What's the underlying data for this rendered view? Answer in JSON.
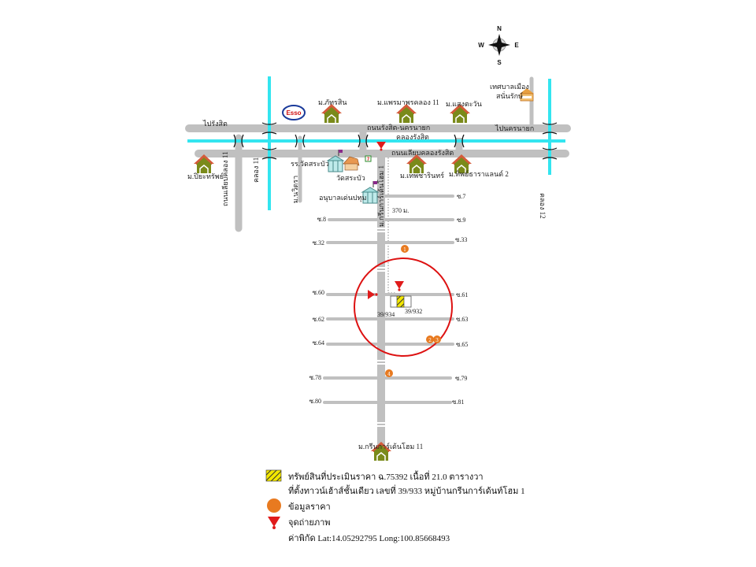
{
  "compass": {
    "n": "N",
    "s": "S",
    "e": "E",
    "w": "W"
  },
  "roads": {
    "main_upper_left": "ไปรังสิต",
    "main_upper_center": "ถนนรังสิต-นครนายก",
    "main_upper_right": "ไปนครนายก",
    "canal_center": "คลองรังสิต",
    "main_lower": "ถนนเลียบคลองรังสิต",
    "side_left": "ถนนเลียบคลอง 11",
    "canal_11": "คลอง 11",
    "canal_12": "คลอง 12",
    "soi_navitra": "ม.นวิตรา",
    "main_vertical": "ม.กรีนการ์เด้นโฮม 1"
  },
  "landmarks": {
    "esso": "Esso",
    "village_patrasin": "ม.ภัทรสิน",
    "village_praemaporn": "ม.แพรมาพรคลอง 11",
    "village_saengtawan": "ม.แสงตะวัน",
    "municipality": [
      "เทศบาลเมือง",
      "สนั่นรักษ์"
    ],
    "village_piyasap": "ม.ปิยะทรัพย์",
    "school_watsrabua": "รร.วัดสระบัว",
    "temple_watsrabua": "วัดสระบัว",
    "seven_eleven": "7",
    "kindergarten": "อนุบาลเด่นปทุม",
    "village_thepcharin": "ม.เทพชารินทร์",
    "village_thipcharaland": "ม.ทิพย์ธาราแลนด์ 2",
    "village_greengarden11": "ม.กรีนการ์เด้นโฮม 11"
  },
  "distance": "370 ม.",
  "sois": {
    "left": [
      "ซ.8",
      "ซ.32",
      "ซ.60",
      "ซ.62",
      "ซ.64",
      "ซ.78",
      "ซ.80"
    ],
    "right": [
      "ซ.7",
      "ซ.9",
      "ซ.33",
      "ซ.61",
      "ซ.63",
      "ซ.65",
      "ซ.79",
      "ซ.81"
    ]
  },
  "property": {
    "left_no": "39/934",
    "right_no": "39/932"
  },
  "price_points": [
    "1",
    "2",
    "3",
    "4"
  ],
  "legend": {
    "property_line1": "ทรัพย์สินที่ประเมินราคา ฉ.75392 เนื้อที่ 21.0 ตารางวา",
    "property_line2": "ที่ตั้งทาวน์เฮ้าส์ชั้นเดียว เลขที่ 39/933 หมู่บ้านกรีนการ์เด้นท์โฮม 1",
    "price_data": "ข้อมูลราคา",
    "photo_point": "จุดถ่ายภาพ",
    "coords": "ค่าพิกัด  Lat:14.05292795 Long:100.85668493"
  },
  "colors": {
    "road": "#c0c0c0",
    "canal": "#33e5f0",
    "circle": "#dd1111",
    "marker": "#e01b1b",
    "price": "#e87a20",
    "house_roof": "#d45a3a",
    "house_body": "#7a8a1a",
    "property_fill": "#f2e600"
  }
}
